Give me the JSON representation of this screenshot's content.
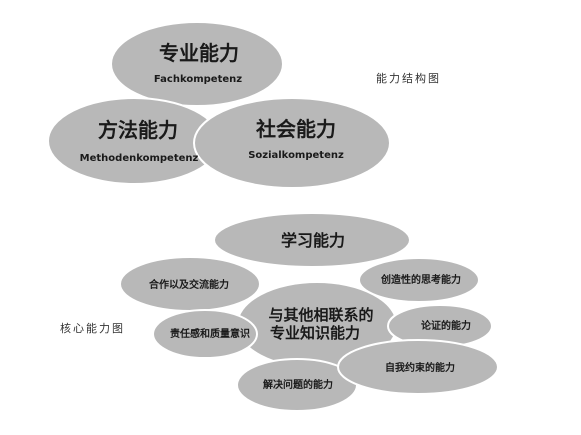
{
  "structure_diagram": {
    "caption": "能力结构图",
    "professional": {
      "title": "专业能力",
      "subtitle": "Fachkompetenz"
    },
    "method": {
      "title": "方法能力",
      "subtitle": "Methodenkompetenz"
    },
    "social": {
      "title": "社会能力",
      "subtitle": "Sozialkompetenz"
    }
  },
  "core_diagram": {
    "caption": "核心能力图",
    "learning": "学习能力",
    "cooperation": "合作以及交流能力",
    "creative": "创造性的思考能力",
    "center_line1": "与其他相联系的",
    "center_line2": "专业知识能力",
    "responsibility": "责任感和质量意识",
    "argumentation": "论证的能力",
    "self_discipline": "自我约束的能力",
    "problem_solving": "解决问题的能力"
  }
}
